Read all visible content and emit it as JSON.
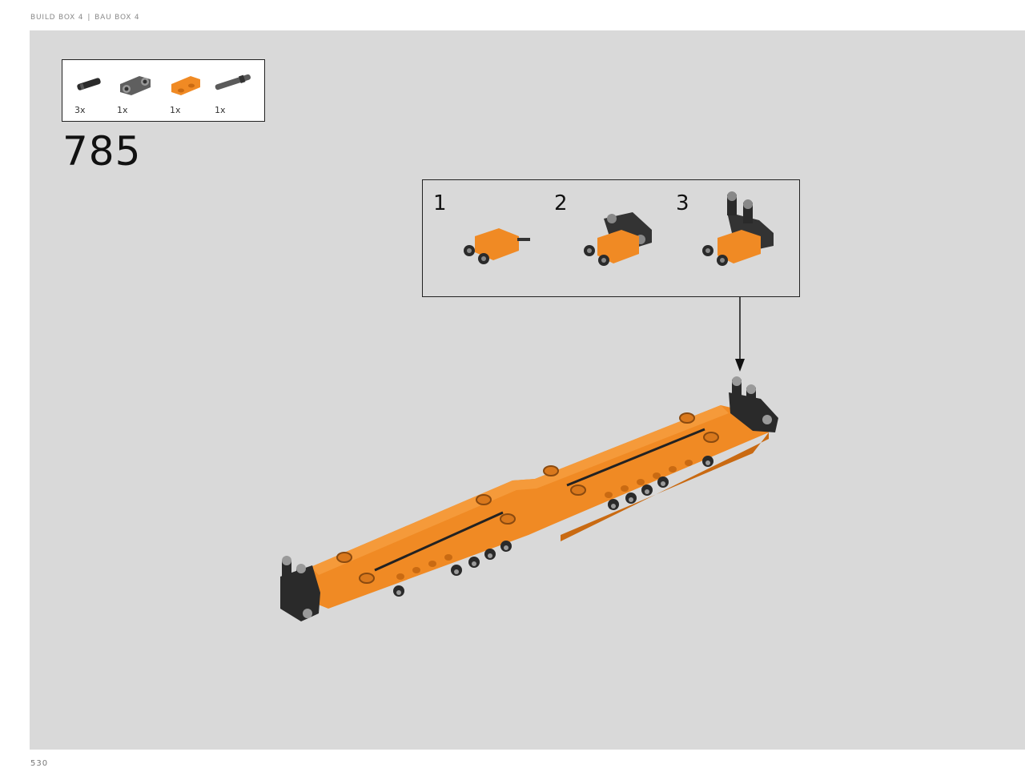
{
  "header": {
    "build_box": "BUILD BOX 4",
    "bau_box": "BAU BOX 4"
  },
  "parts_list": [
    {
      "name": "connector-pin",
      "qty": "3x",
      "color": "#2b2b2b"
    },
    {
      "name": "dark-gray-cross-block",
      "qty": "1x",
      "color": "#6e6e6e"
    },
    {
      "name": "orange-double-beam",
      "qty": "1x",
      "color": "#f08a24"
    },
    {
      "name": "long-axle-pin",
      "qty": "1x",
      "color": "#5a5a5a"
    }
  ],
  "step": {
    "number": "785"
  },
  "substeps": [
    {
      "number": "1"
    },
    {
      "number": "2"
    },
    {
      "number": "3"
    }
  ],
  "page": {
    "number": "530"
  },
  "colors": {
    "orange": "#f08a24",
    "background": "#d9d9d9",
    "dark": "#2a2a2a"
  }
}
